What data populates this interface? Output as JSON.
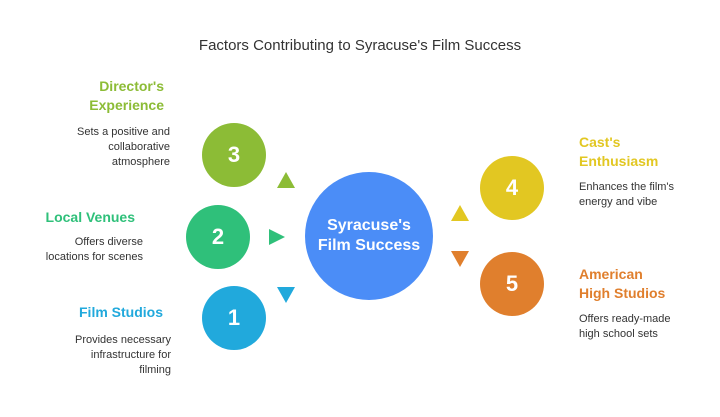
{
  "title": "Factors Contributing to Syracuse's Film Success",
  "hub": {
    "label_line1": "Syracuse's",
    "label_line2": "Film Success",
    "color": "#4b8df7"
  },
  "factors": [
    {
      "number": "1",
      "heading_line1": "Film Studios",
      "heading_line2": "",
      "desc_lines": [
        "Provides necessary",
        "infrastructure for",
        "filming"
      ],
      "color": "#21a9dc"
    },
    {
      "number": "2",
      "heading_line1": "Local Venues",
      "heading_line2": "",
      "desc_lines": [
        "Offers diverse",
        "locations for scenes"
      ],
      "color": "#2fc07a"
    },
    {
      "number": "3",
      "heading_line1": "Director's",
      "heading_line2": "Experience",
      "desc_lines": [
        "Sets a positive and",
        "collaborative",
        "atmosphere"
      ],
      "color": "#8cbc36"
    },
    {
      "number": "4",
      "heading_line1": "Cast's",
      "heading_line2": "Enthusiasm",
      "desc_lines": [
        "Enhances the film's",
        "energy and vibe"
      ],
      "color": "#e2c722"
    },
    {
      "number": "5",
      "heading_line1": "American",
      "heading_line2": "High Studios",
      "desc_lines": [
        "Offers ready-made",
        "high school sets"
      ],
      "color": "#e07f2d"
    }
  ]
}
